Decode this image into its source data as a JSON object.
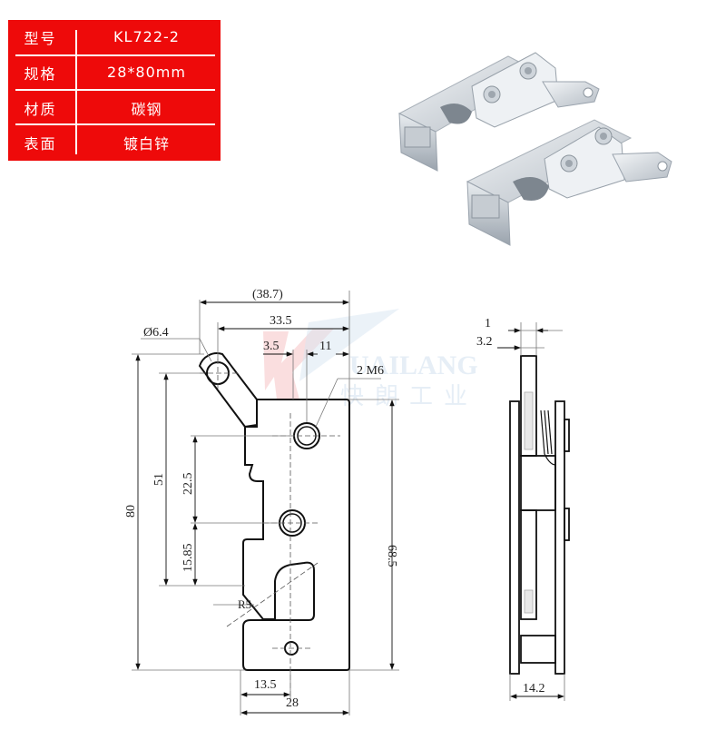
{
  "spec_table": {
    "background_color": "#ee0a0a",
    "rows": [
      {
        "label": "型号",
        "value": "KL722-2"
      },
      {
        "label": "规格",
        "value": "28*80mm"
      },
      {
        "label": "材质",
        "value": "碳钢"
      },
      {
        "label": "表面",
        "value": "镀白锌"
      }
    ]
  },
  "product_photo": {
    "subject": "two zinc-plated rotary latches",
    "icon": "latch-photo"
  },
  "watermark": {
    "logo": "K",
    "brand": "UAILANG",
    "brand_cn": "快朗工业"
  },
  "front_view": {
    "dims": {
      "overall_width_ref": "(38.7)",
      "width_to_hole": "33.5",
      "offset_a": "3.5",
      "offset_b": "11",
      "hole_dia": "Ø6.4",
      "thread": "2 M6",
      "height": "80",
      "hole_span": "51",
      "upper_span": "22.5",
      "lower_span": "15.85",
      "body_height": "68.5",
      "radius": "R5",
      "bottom_offset": "13.5",
      "body_width": "28"
    }
  },
  "side_view": {
    "dims": {
      "top_a": "1",
      "top_b": "3.2",
      "thickness": "14.2"
    }
  }
}
